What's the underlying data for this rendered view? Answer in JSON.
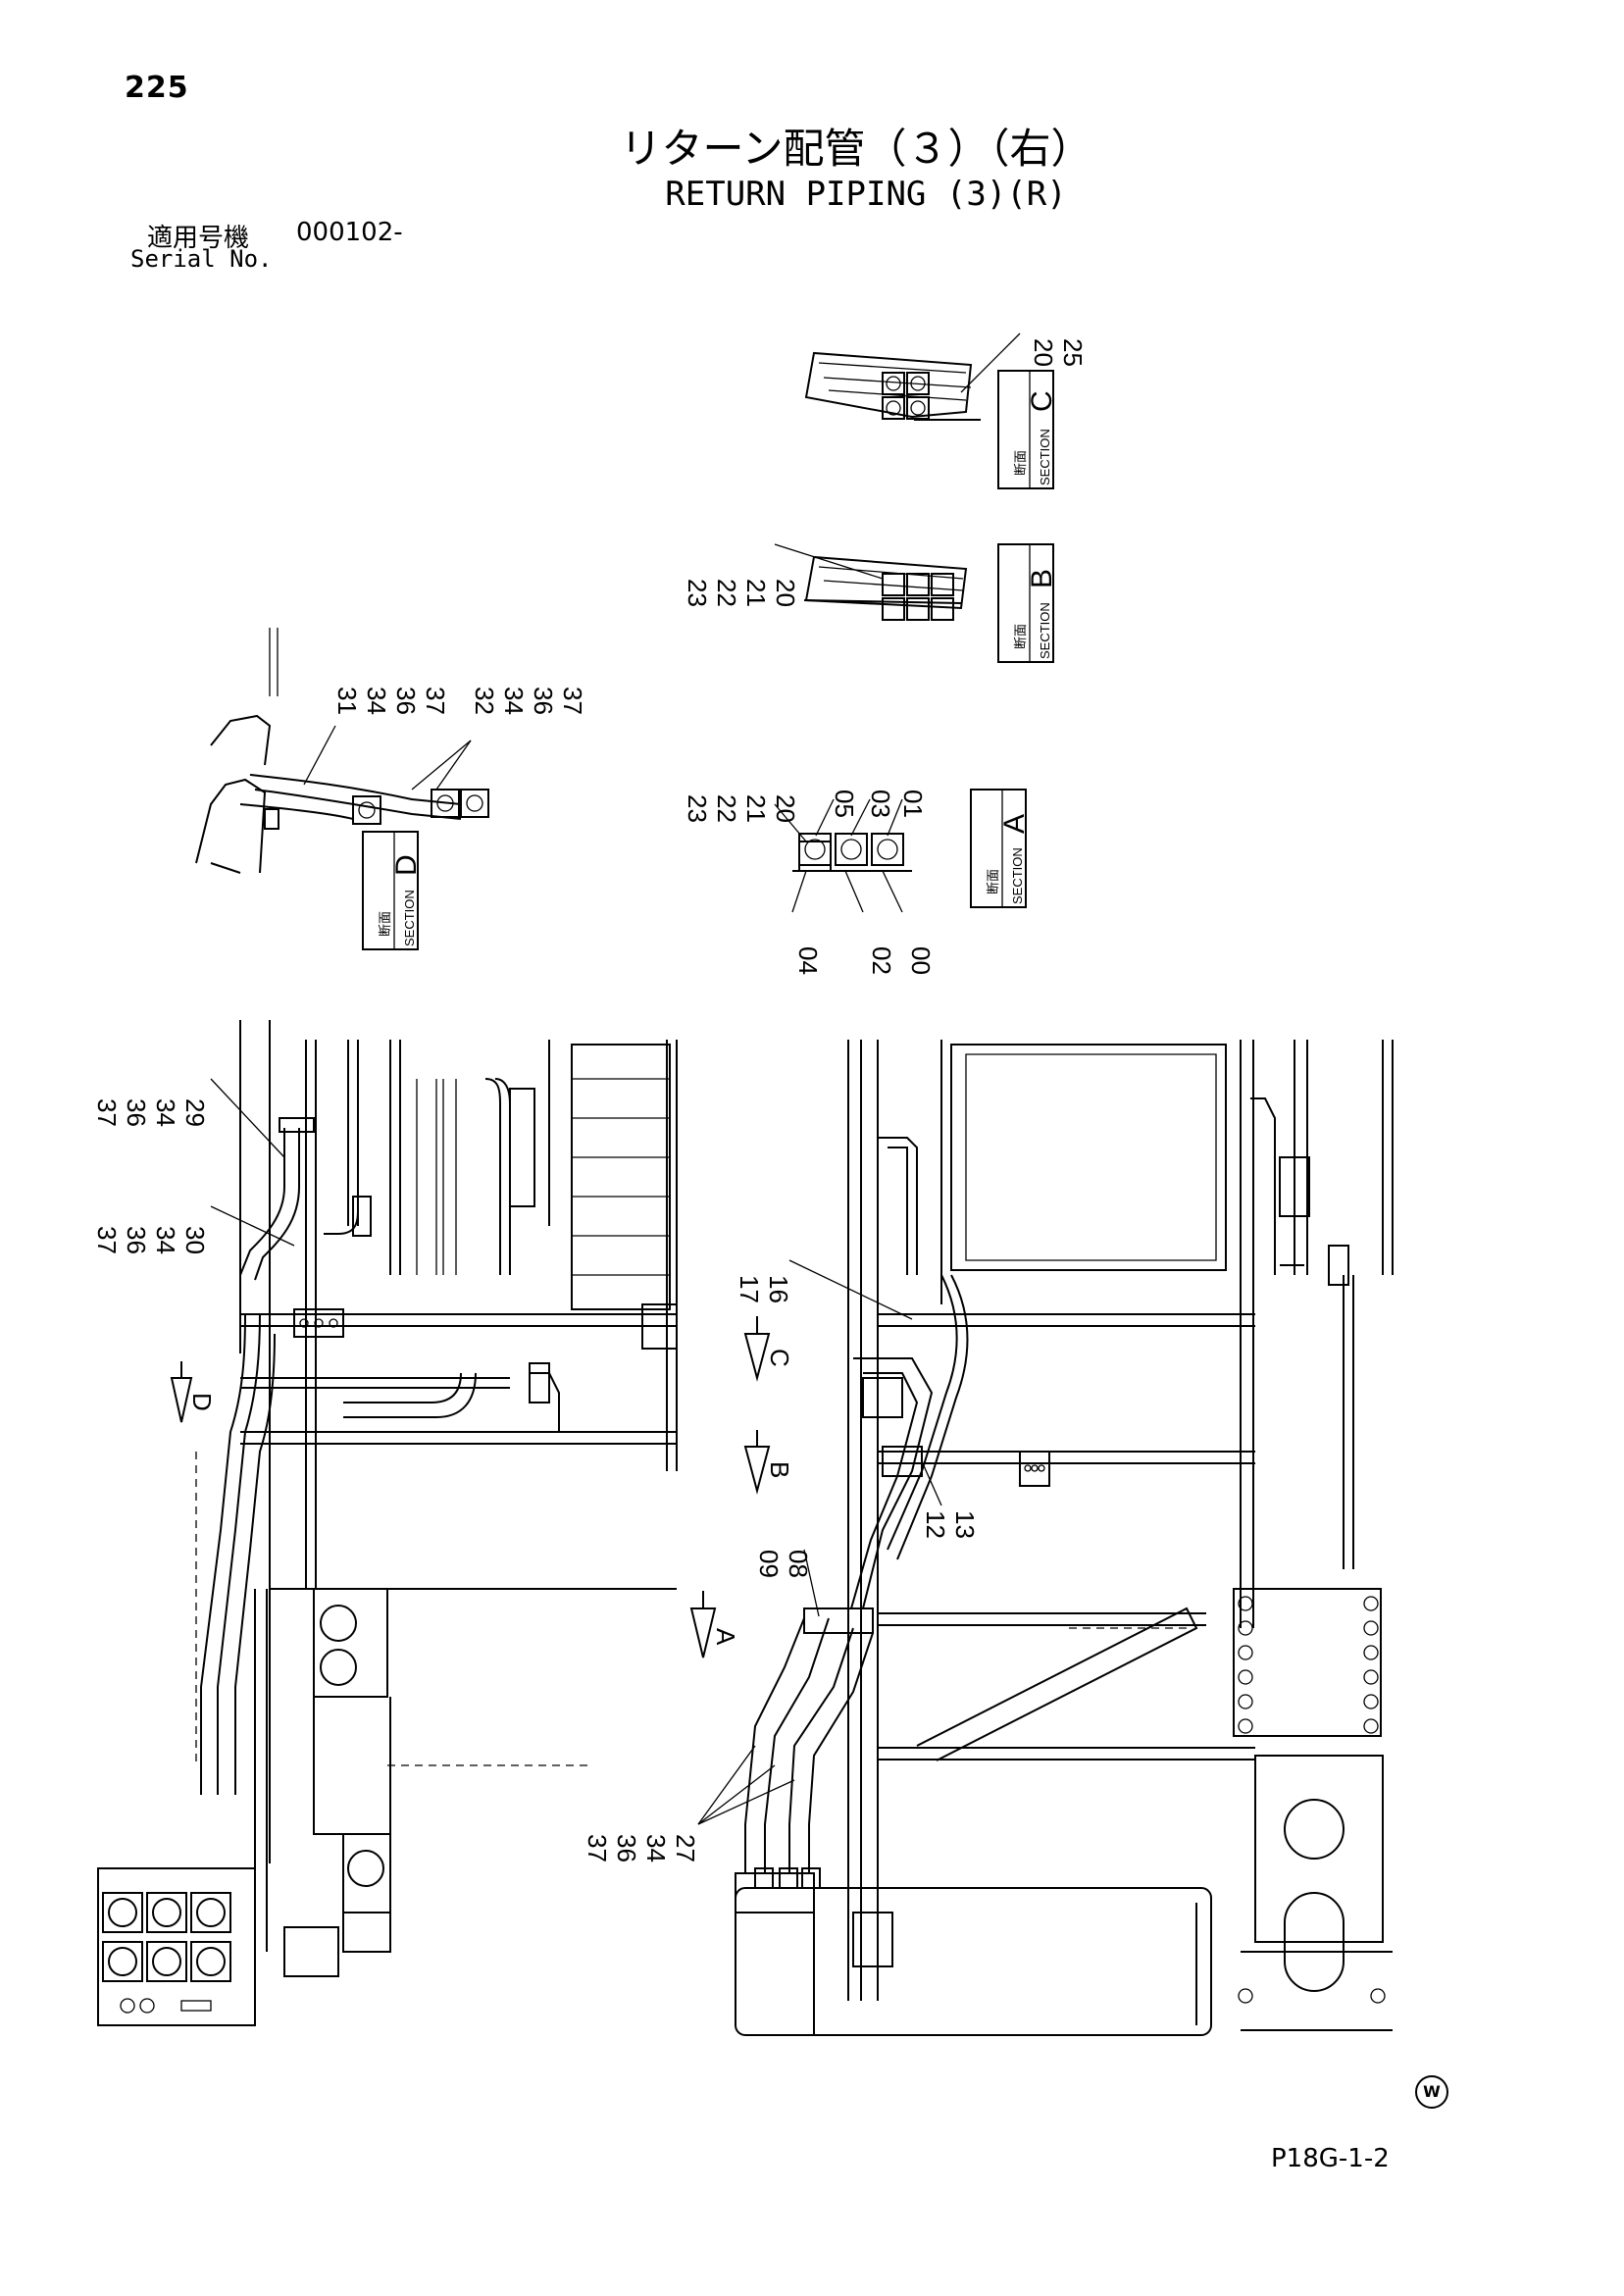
{
  "page_number": "225",
  "title_jp": "リターン配管（３）（右）",
  "title_en": "RETURN PIPING (3)(R)",
  "serial": {
    "label_jp": "適用号機",
    "value": "000102-",
    "label_en": "Serial No."
  },
  "sections": [
    {
      "id": "A",
      "jp": "断面",
      "en": "SECTION",
      "letter": "A"
    },
    {
      "id": "B",
      "jp": "断面",
      "en": "SECTION",
      "letter": "B"
    },
    {
      "id": "C",
      "jp": "断面",
      "en": "SECTION",
      "letter": "C"
    },
    {
      "id": "D",
      "jp": "断面",
      "en": "SECTION",
      "letter": "D"
    }
  ],
  "view_arrows": [
    "A",
    "B",
    "C",
    "D"
  ],
  "callouts": {
    "sec_c": [
      "20",
      "25"
    ],
    "sec_b": [
      "23",
      "22",
      "21",
      "20"
    ],
    "sec_a_left": [
      "23",
      "22",
      "21",
      "20"
    ],
    "sec_a_top": [
      "05",
      "03",
      "01"
    ],
    "sec_a_bottom": [
      "04",
      "02",
      "00"
    ],
    "sec_d_left": [
      "31",
      "34",
      "36",
      "37"
    ],
    "sec_d_right": [
      "32",
      "34",
      "36",
      "37"
    ],
    "main_a": [
      "37",
      "36",
      "34",
      "29"
    ],
    "main_b": [
      "37",
      "36",
      "34",
      "30"
    ],
    "main_c": [
      "17",
      "16"
    ],
    "main_d": [
      "09",
      "08"
    ],
    "main_e": [
      "12",
      "13"
    ],
    "main_f": [
      "37",
      "36",
      "34",
      "27"
    ]
  },
  "footer_code": "P18G-1-2",
  "footer_mark": "W"
}
